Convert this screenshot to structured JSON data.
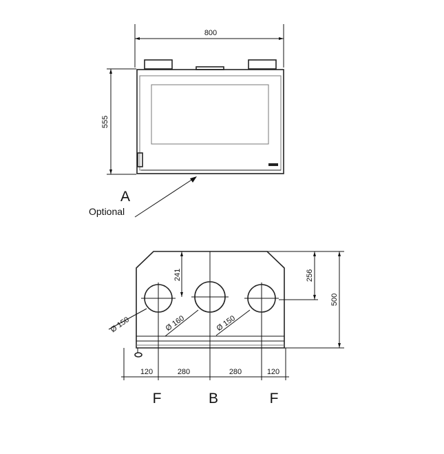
{
  "front_view": {
    "width_dim": "800",
    "height_dim": "555",
    "label_a": "A",
    "note": "Optional"
  },
  "top_view": {
    "dim_241": "241",
    "dim_256": "256",
    "dim_500": "500",
    "dia_left": "Ø 150",
    "dia_center": "Ø 160",
    "dia_right": "Ø 150",
    "bottom_dims": [
      "120",
      "280",
      "280",
      "120"
    ],
    "outlet_labels": [
      "F",
      "B",
      "F"
    ]
  }
}
